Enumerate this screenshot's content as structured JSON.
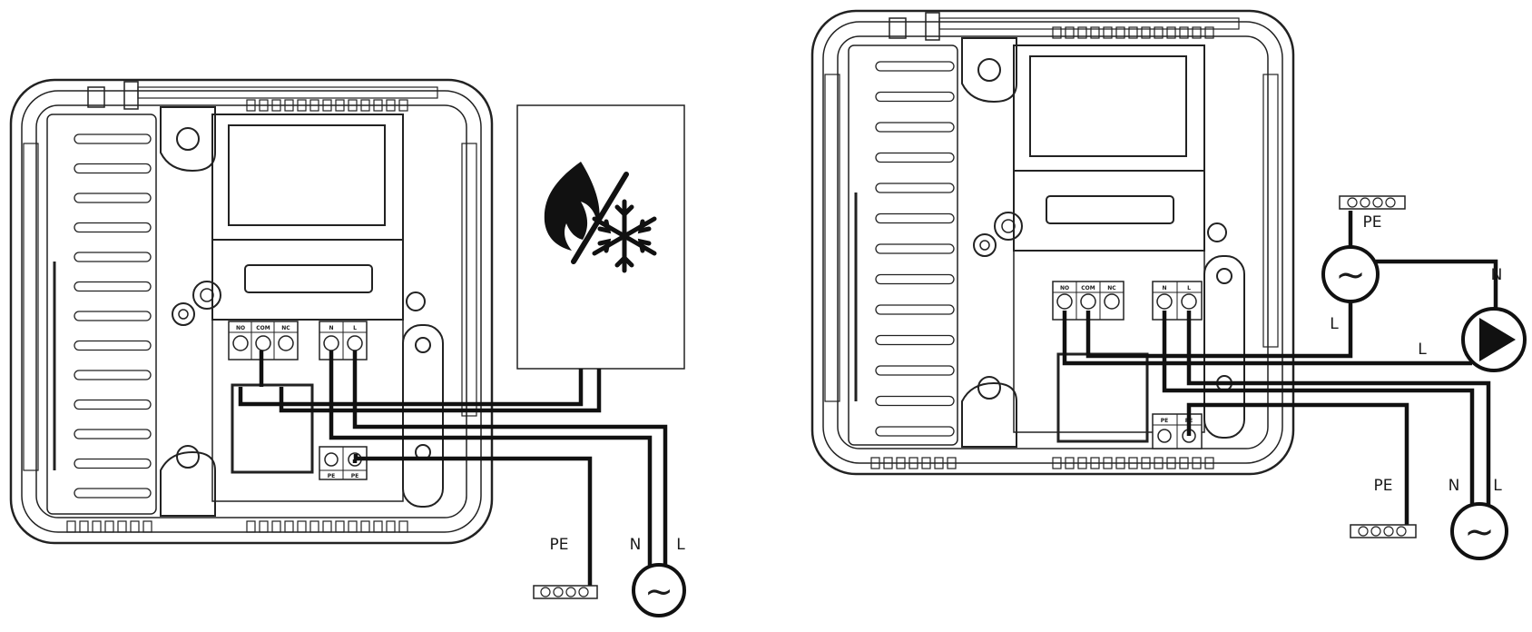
{
  "diagram_left": {
    "terminals": [
      "NO",
      "COM",
      "NC"
    ],
    "supply_terminals": [
      "N",
      "L"
    ],
    "pe_terminals": [
      "PE",
      "PE"
    ],
    "labels": {
      "pe": "PE",
      "n": "N",
      "l": "L"
    },
    "device_icon": "flame-snowflake-icon",
    "source_symbol": "~"
  },
  "diagram_right": {
    "terminals": [
      "NO",
      "COM",
      "NC"
    ],
    "supply_terminals": [
      "N",
      "L"
    ],
    "pe_terminals": [
      "PE",
      "PE"
    ],
    "labels": {
      "pe_top": "PE",
      "pump_n": "N",
      "source_l": "L",
      "pump_l": "L",
      "pe_bottom": "PE",
      "n": "N",
      "l": "L"
    },
    "device_icon": "pump-icon",
    "source_symbol": "~"
  }
}
